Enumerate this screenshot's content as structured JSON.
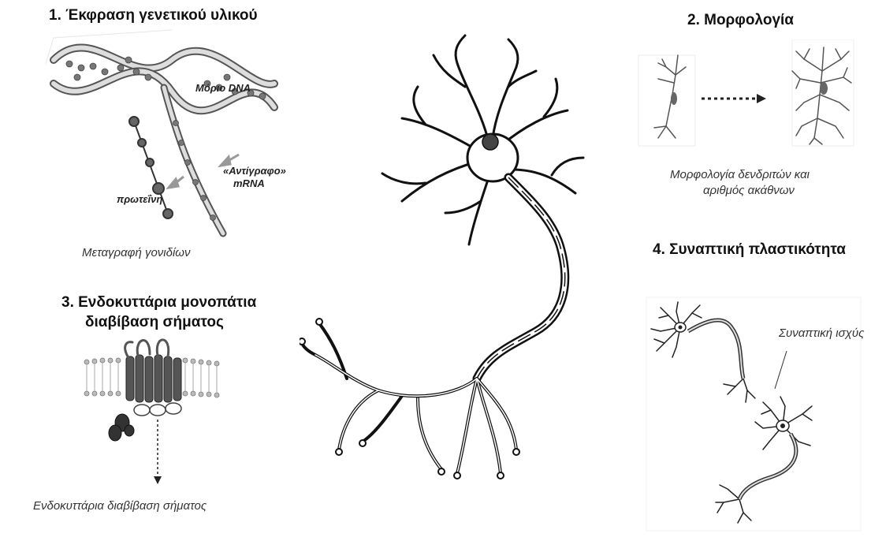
{
  "sections": {
    "gene_expression": {
      "title": "1. Έκφραση γενετικού υλικού",
      "label_dna": "Μόριο DNA",
      "label_copy": "«Αντίγραφο»",
      "label_mrna": "mRNA",
      "label_protein": "πρωτεΐνη",
      "caption": "Μεταγραφή γονιδίων"
    },
    "morphology": {
      "title": "2. Μορφολογία",
      "caption_line1": "Μορφολογία δενδριτών και",
      "caption_line2": "αριθμός ακάθνων"
    },
    "signaling": {
      "title_line1": "3. Ενδοκυττάρια μονοπάτια",
      "title_line2": "διαβίβαση σήματος",
      "caption": "Ενδοκυττάρια διαβίβαση σήματος"
    },
    "plasticity": {
      "title": "4. Συναπτική πλαστικότητα",
      "label_strength": "Συναπτική ισχύς"
    }
  },
  "colors": {
    "text": "#111111",
    "line": "#1a1a1a",
    "gray": "#888888"
  }
}
